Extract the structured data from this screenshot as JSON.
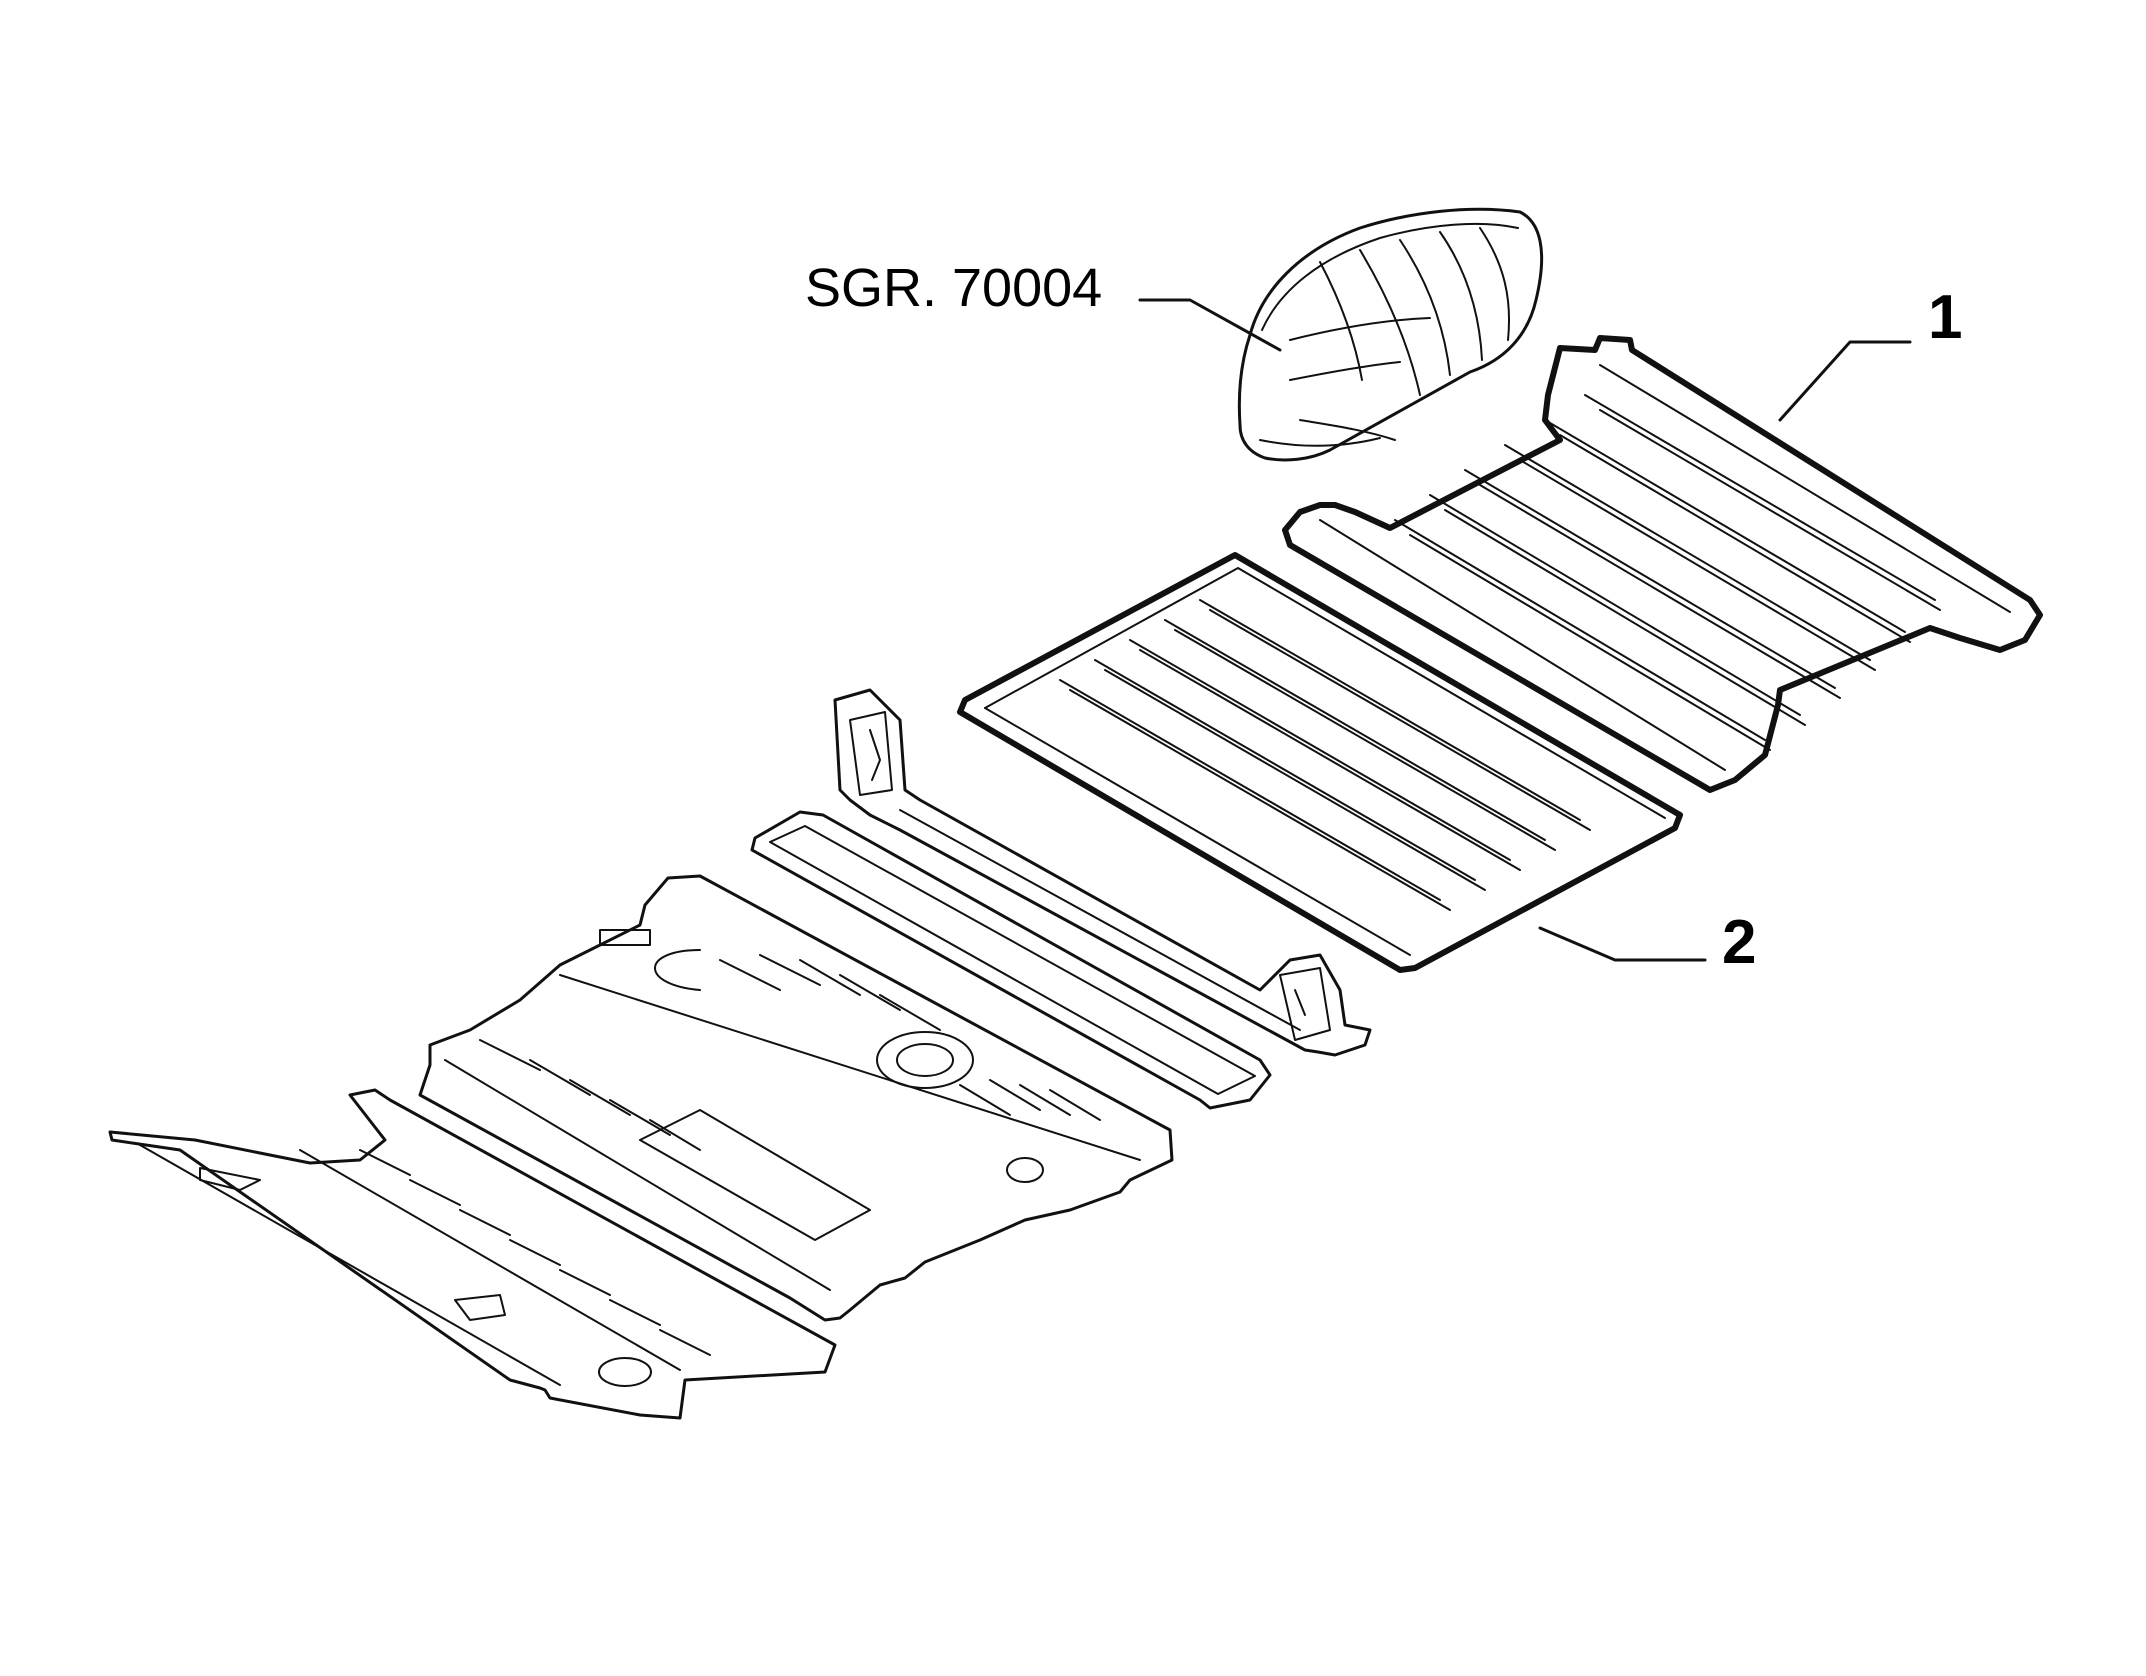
{
  "diagram": {
    "callouts": [
      {
        "id": "ref",
        "label": "SGR. 70004"
      },
      {
        "id": "part-1",
        "label": "1"
      },
      {
        "id": "part-2",
        "label": "2"
      }
    ]
  }
}
